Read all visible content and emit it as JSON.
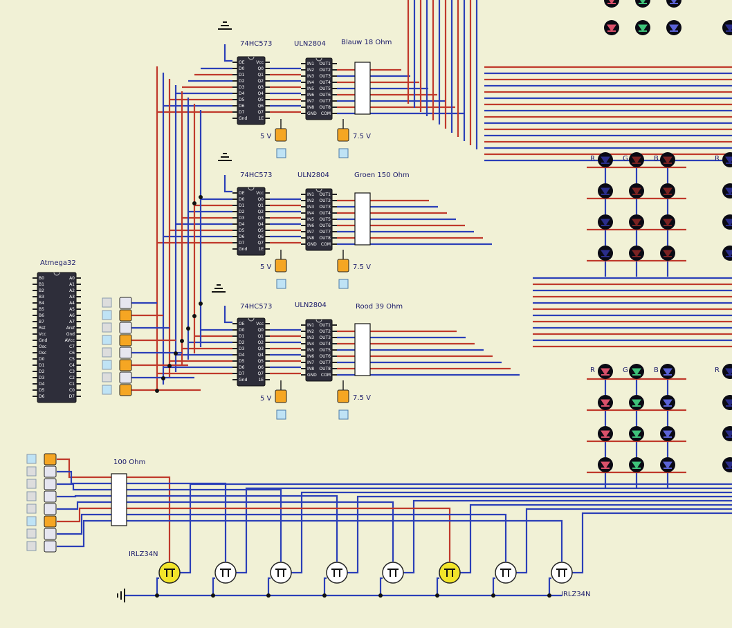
{
  "colors": {
    "background": "#f1f1d6",
    "wire_red": "#c0392b",
    "wire_blue": "#2b3fb8",
    "chip": "#2e2e3a",
    "switch_on": "#f5a623",
    "switch_off": "#e6e6f0",
    "led_red": "#d9506a",
    "led_green": "#3ec27a",
    "led_blue": "#5b63d6",
    "led_off_blue": "#15163f",
    "led_off_red": "#5a1a1a",
    "mosfet_on": "#f2e52a"
  },
  "chips": {
    "mcu": {
      "title": "Atmega32",
      "left_pins": [
        "B0",
        "B1",
        "B2",
        "B3",
        "B4",
        "B5",
        "B6",
        "B7",
        "Rst",
        "Vcc",
        "Gnd",
        "Osc",
        "Osc",
        "D0",
        "D1",
        "D2",
        "D3",
        "D4",
        "D5",
        "D6"
      ],
      "right_pins": [
        "A0",
        "A1",
        "A2",
        "A3",
        "A4",
        "A5",
        "A6",
        "A7",
        "Aref",
        "Gnd",
        "AVcc",
        "C7",
        "C6",
        "C5",
        "C4",
        "C3",
        "C2",
        "C1",
        "C0",
        "D7"
      ]
    },
    "latch": {
      "title": "74HC573",
      "left_pins": [
        "OE",
        "D0",
        "D1",
        "D2",
        "D3",
        "D4",
        "D5",
        "D6",
        "D7",
        "Gnd"
      ],
      "right_pins": [
        "Vcc",
        "Q0",
        "Q1",
        "Q2",
        "Q3",
        "Q4",
        "Q5",
        "Q6",
        "Q7",
        "1E"
      ]
    },
    "driver": {
      "title": "ULN2804",
      "left_pins": [
        "IN1",
        "IN2",
        "IN3",
        "IN4",
        "IN5",
        "IN6",
        "IN7",
        "IN8",
        "GND"
      ],
      "right_pins": [
        "OUT1",
        "OUT2",
        "OUT3",
        "OUT4",
        "OUT5",
        "OUT6",
        "OUT7",
        "OUT8",
        "COM"
      ]
    }
  },
  "stages": [
    {
      "resistor_label": "Blauw  18 Ohm",
      "supply_logic": "5 V",
      "supply_led": "7.5 V"
    },
    {
      "resistor_label": "Groen  150 Ohm",
      "supply_logic": "5 V",
      "supply_led": "7.5 V"
    },
    {
      "resistor_label": "Rood  39 Ohm",
      "supply_logic": "5 V",
      "supply_led": "7.5 V"
    }
  ],
  "row_resistor_label": "100 Ohm",
  "mosfet_label_left": "IRLZ34N",
  "mosfet_label_right": "IRLZ34N",
  "led_column_labels": [
    "R",
    "G",
    "B"
  ],
  "data_switches": [
    false,
    true,
    false,
    true,
    false,
    true,
    false,
    true
  ],
  "row_switches": [
    true,
    false,
    false,
    false,
    false,
    true,
    false,
    false
  ],
  "mosfets_on": [
    true,
    false,
    false,
    false,
    false,
    true,
    false,
    false
  ]
}
